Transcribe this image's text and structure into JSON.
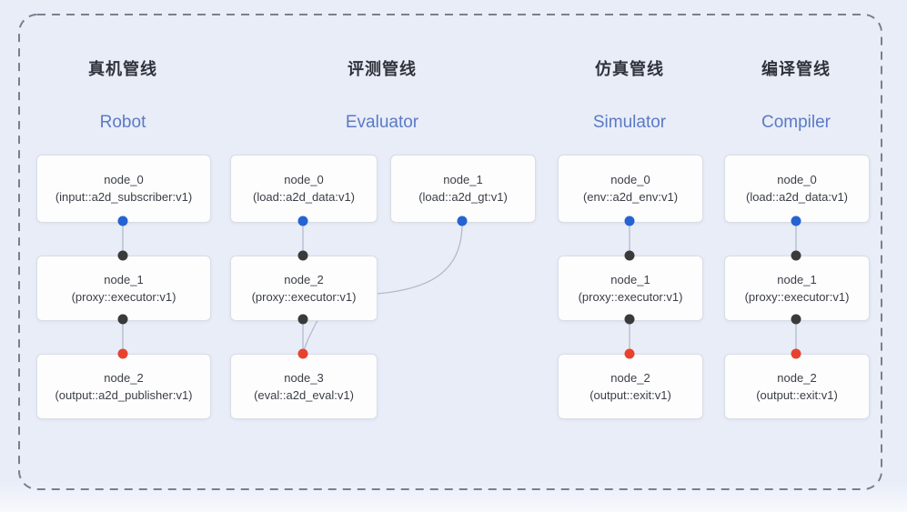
{
  "canvas": {
    "background_color": "#e9edf8",
    "dashed_border_color": "#78808f",
    "node_fill_color": "#fdfdfe",
    "node_border_color": "#d9dde5",
    "connector_color": "#b3bac9",
    "title_zh_color": "#2f323a",
    "title_en_color": "#5b7ac5",
    "port_colors": {
      "source_output": "#2563d3",
      "executor_port": "#3a3a3c",
      "sink_input": "#e8422f"
    }
  },
  "pipelines": [
    {
      "id": "robot",
      "title_zh": "真机管线",
      "title_en": "Robot",
      "nodes": [
        {
          "name": "node_0",
          "type": "(input::a2d_subscriber:v1)"
        },
        {
          "name": "node_1",
          "type": "(proxy::executor:v1)"
        },
        {
          "name": "node_2",
          "type": "(output::a2d_publisher:v1)"
        }
      ]
    },
    {
      "id": "evaluator",
      "title_zh": "评测管线",
      "title_en": "Evaluator",
      "nodes": [
        {
          "name": "node_0",
          "type": "(load::a2d_data:v1)"
        },
        {
          "name": "node_1",
          "type": "(load::a2d_gt:v1)"
        },
        {
          "name": "node_2",
          "type": "(proxy::executor:v1)"
        },
        {
          "name": "node_3",
          "type": "(eval::a2d_eval:v1)"
        }
      ]
    },
    {
      "id": "simulator",
      "title_zh": "仿真管线",
      "title_en": "Simulator",
      "nodes": [
        {
          "name": "node_0",
          "type": "(env::a2d_env:v1)"
        },
        {
          "name": "node_1",
          "type": "(proxy::executor:v1)"
        },
        {
          "name": "node_2",
          "type": "(output::exit:v1)"
        }
      ]
    },
    {
      "id": "compiler",
      "title_zh": "编译管线",
      "title_en": "Compiler",
      "nodes": [
        {
          "name": "node_0",
          "type": "(load::a2d_data:v1)"
        },
        {
          "name": "node_1",
          "type": "(proxy::executor:v1)"
        },
        {
          "name": "node_2",
          "type": "(output::exit:v1)"
        }
      ]
    }
  ]
}
